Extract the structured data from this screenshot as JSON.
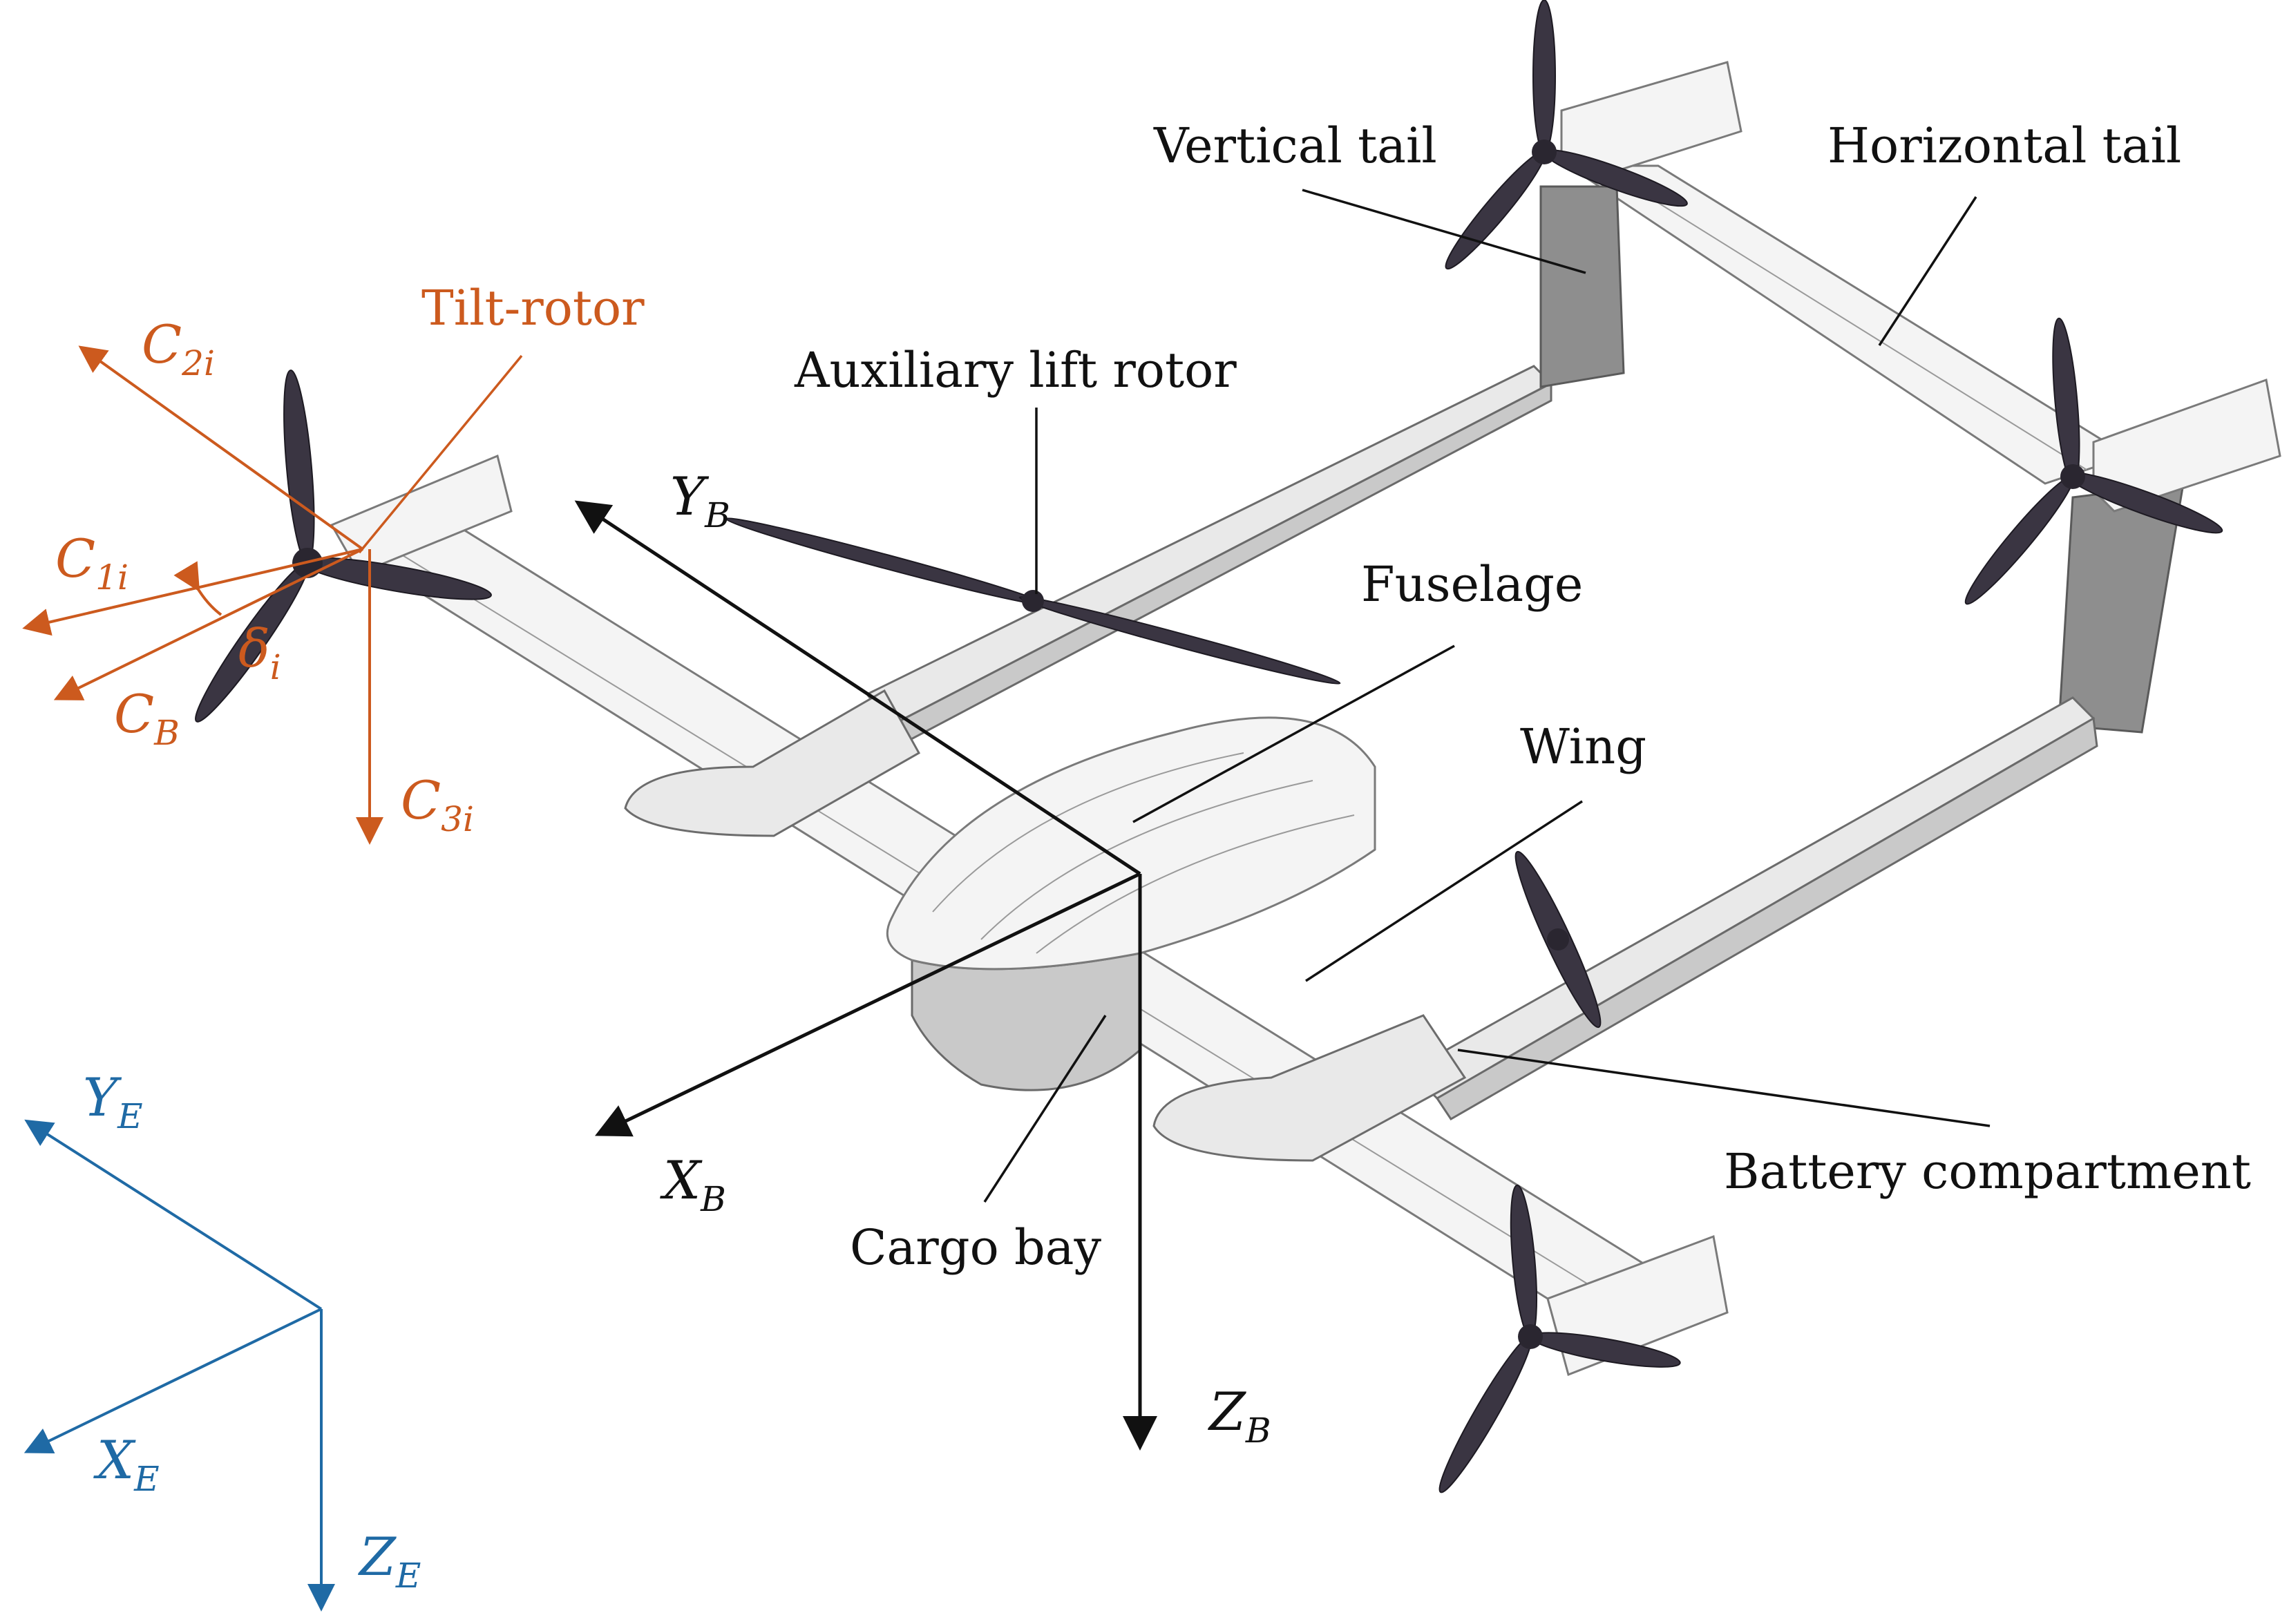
{
  "labels": {
    "vertical_tail": "Vertical tail",
    "horizontal_tail": "Horizontal tail",
    "tilt_rotor": "Tilt-rotor",
    "auxiliary_lift_rotor": "Auxiliary lift rotor",
    "fuselage": "Fuselage",
    "wing": "Wing",
    "battery_compartment": "Battery compartment",
    "cargo_bay": "Cargo bay"
  },
  "body_axes": {
    "x": {
      "main": "X",
      "sub": "B"
    },
    "y": {
      "main": "Y",
      "sub": "B"
    },
    "z": {
      "main": "Z",
      "sub": "B"
    },
    "color": "#111111"
  },
  "earth_axes": {
    "x": {
      "main": "X",
      "sub": "E"
    },
    "y": {
      "main": "Y",
      "sub": "E"
    },
    "z": {
      "main": "Z",
      "sub": "E"
    },
    "color": "#1f6aa5"
  },
  "rotor_axes": {
    "c1": {
      "main": "C",
      "sub": "1i"
    },
    "c2": {
      "main": "C",
      "sub": "2i"
    },
    "c3": {
      "main": "C",
      "sub": "3i"
    },
    "cb": {
      "main": "C",
      "sub": "B"
    },
    "angle": {
      "main": "δ",
      "sub": "i"
    },
    "color": "#cc5a1e"
  },
  "colors": {
    "airframe": "#e9e9e9",
    "airframe_shadow": "#8e8e8e",
    "propeller": "#3a3542"
  },
  "icons": [
    "propeller-icon",
    "arrow-icon"
  ]
}
